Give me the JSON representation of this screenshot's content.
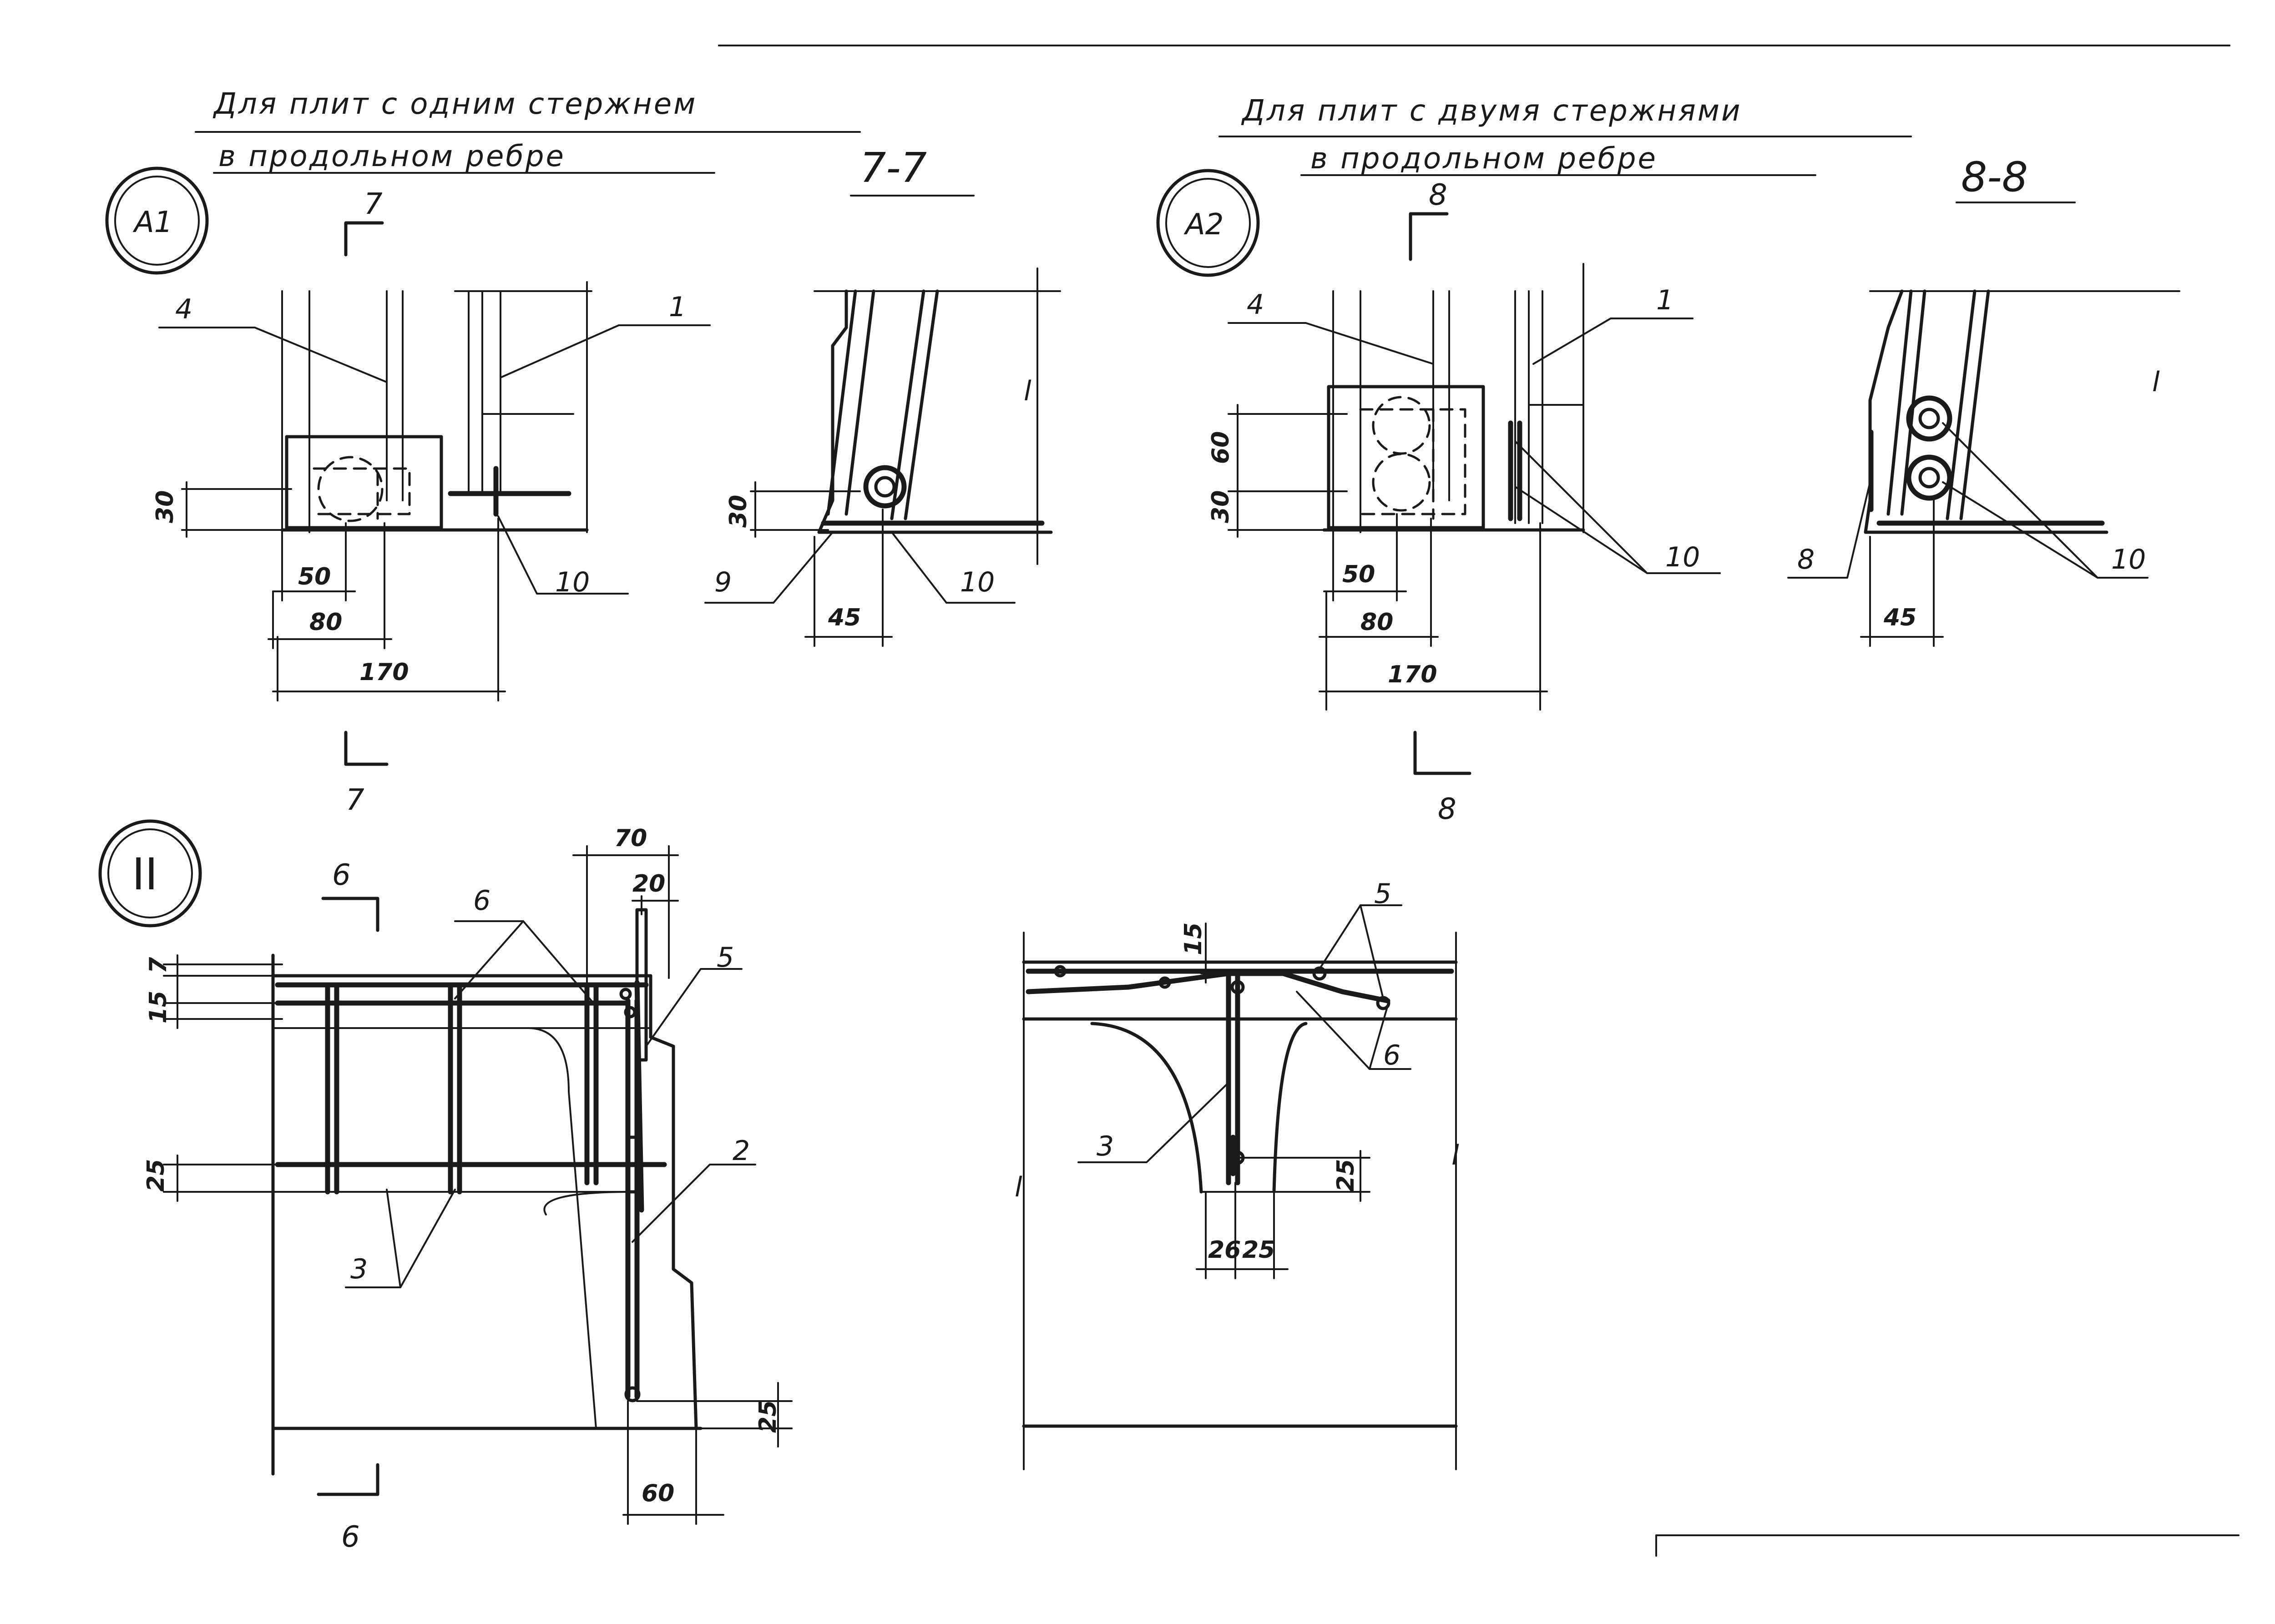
{
  "sheet": {
    "left_group_title": [
      "Для плит с одним стержнем",
      "в продольном ребре"
    ],
    "right_group_title": [
      "Для плит с двумя стержнями",
      "в продольном ребре"
    ]
  },
  "callouts": {
    "a1": "A1",
    "a2": "A2",
    "roman2": "II"
  },
  "sections": {
    "s77": "7-7",
    "s88": "8-8",
    "cut7": "7",
    "cut8": "8",
    "cut6": "6"
  },
  "dims": {
    "d30": "30",
    "d50": "50",
    "d80": "80",
    "d170": "170",
    "d45": "45",
    "d60": "60",
    "d70": "70",
    "d20": "20",
    "d7": "7",
    "d15": "15",
    "d25": "25",
    "d26": "26"
  },
  "labels": {
    "p1": "1",
    "p2": "2",
    "p3": "3",
    "p4": "4",
    "p5": "5",
    "p6": "6",
    "p8": "8",
    "p9": "9",
    "p10": "10"
  }
}
